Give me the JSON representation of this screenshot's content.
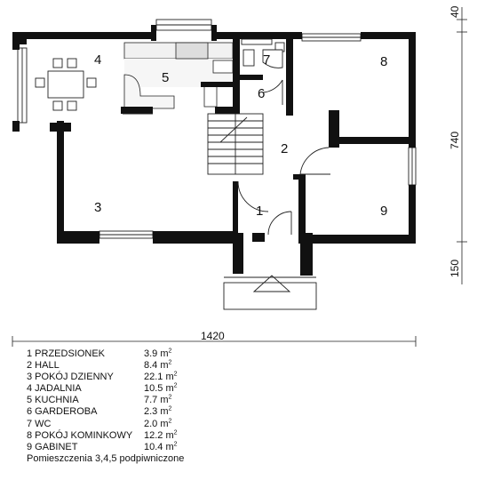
{
  "plan": {
    "room_labels": [
      "1",
      "2",
      "3",
      "4",
      "5",
      "6",
      "7",
      "8",
      "9"
    ],
    "dimensions": {
      "width": "1420",
      "depth_top": "40",
      "depth_main": "740",
      "depth_porch": "150"
    }
  },
  "legend": {
    "rooms": [
      {
        "name": "1 PRZEDSIONEK",
        "area": "3.9 m",
        "sup": "2"
      },
      {
        "name": "2 HALL",
        "area": "8.4 m",
        "sup": "2"
      },
      {
        "name": "3 POKÓJ DZIENNY",
        "area": "22.1 m",
        "sup": "2"
      },
      {
        "name": "4 JADALNIA",
        "area": "10.5 m",
        "sup": "2"
      },
      {
        "name": "5 KUCHNIA",
        "area": "7.7 m",
        "sup": "2"
      },
      {
        "name": "6 GARDEROBA",
        "area": "2.3 m",
        "sup": "2"
      },
      {
        "name": "7 WC",
        "area": "2.0 m",
        "sup": "2"
      },
      {
        "name": "8 POKÓJ KOMINKOWY",
        "area": "12.2 m",
        "sup": "2"
      },
      {
        "name": "9 GABINET",
        "area": "10.4 m",
        "sup": "2"
      }
    ],
    "note": "Pomieszczenia 3,4,5 podpiwniczone"
  }
}
